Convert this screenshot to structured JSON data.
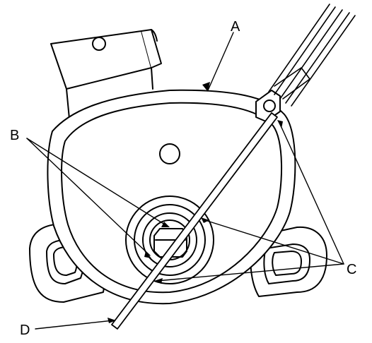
{
  "diagram": {
    "subject": "throttle-position-sensor-alignment-illustration",
    "line_color": "#000000",
    "background_color": "#ffffff",
    "callouts": {
      "a": "A",
      "b": "B",
      "c": "C",
      "d": "D"
    }
  }
}
